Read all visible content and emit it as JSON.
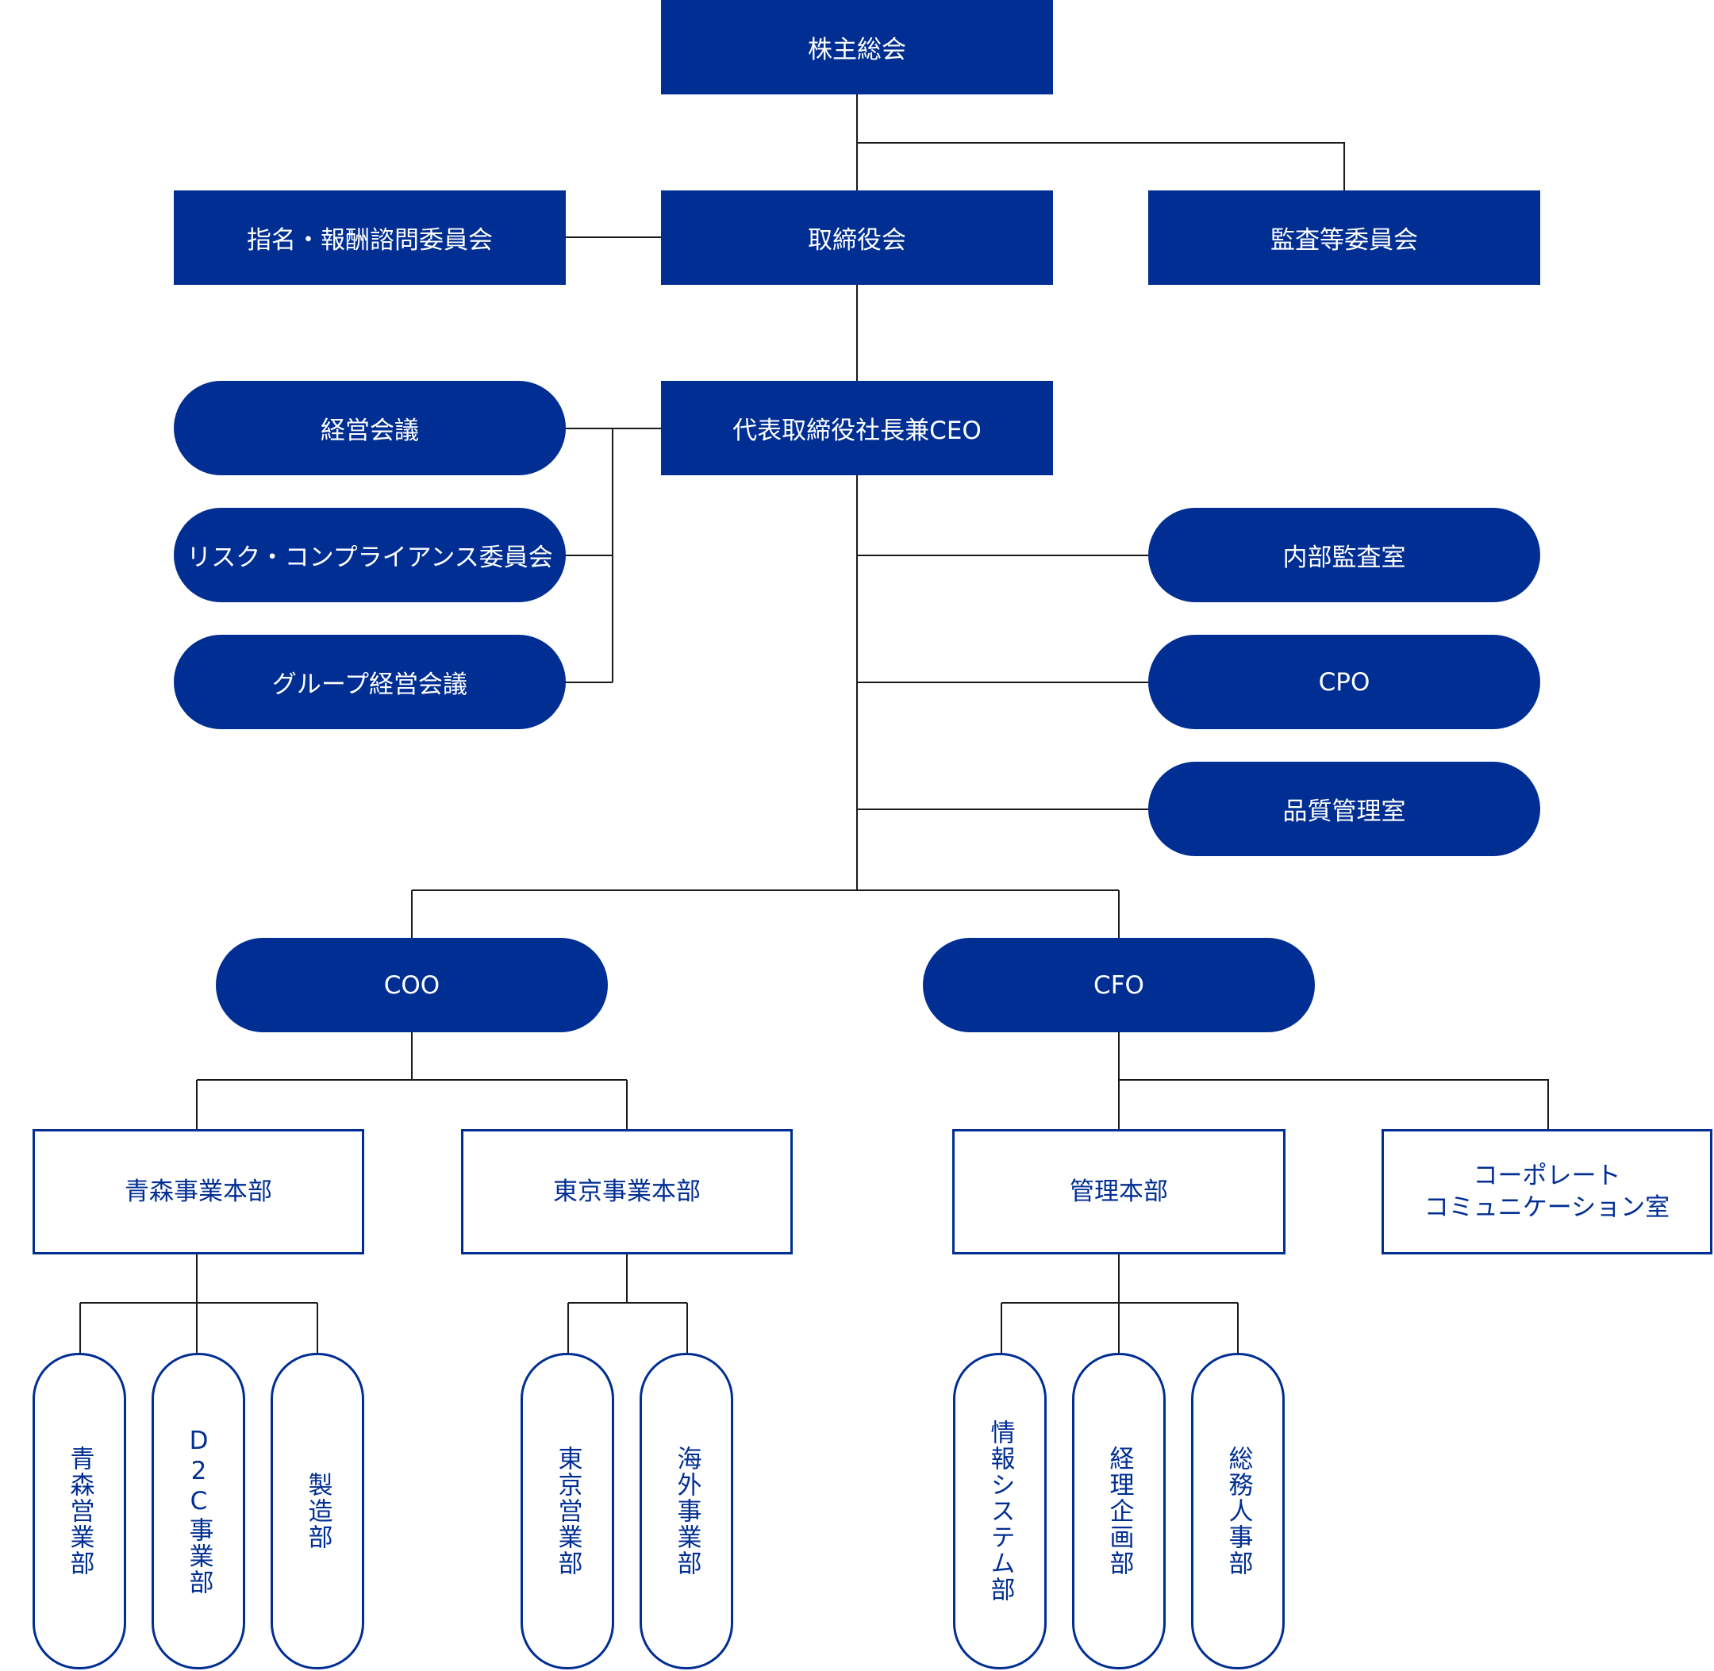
{
  "colors": {
    "primary": "#002e92",
    "line": "#1a1a1a",
    "background": "#ffffff"
  },
  "top": {
    "shareholders": "株主総会",
    "board": "取締役会",
    "nomination_committee": "指名・報酬諮問委員会",
    "audit_committee": "監査等委員会",
    "ceo": "代表取締役社長兼CEO"
  },
  "ceo_meetings": [
    "経営会議",
    "リスク・コンプライアンス委員会",
    "グループ経営会議"
  ],
  "ceo_staff": [
    "内部監査室",
    "CPO",
    "品質管理室"
  ],
  "officers": {
    "coo": "COO",
    "cfo": "CFO"
  },
  "divisions": {
    "aomori": "青森事業本部",
    "tokyo": "東京事業本部",
    "admin": "管理本部",
    "corp_comm": "コーポレート\nコミュニケーション室"
  },
  "departments": {
    "aomori": [
      "青森営業部",
      "D2C事業部",
      "製造部"
    ],
    "tokyo": [
      "東京営業部",
      "海外事業部"
    ],
    "admin": [
      "情報システム部",
      "経理企画部",
      "総務人事部"
    ]
  }
}
